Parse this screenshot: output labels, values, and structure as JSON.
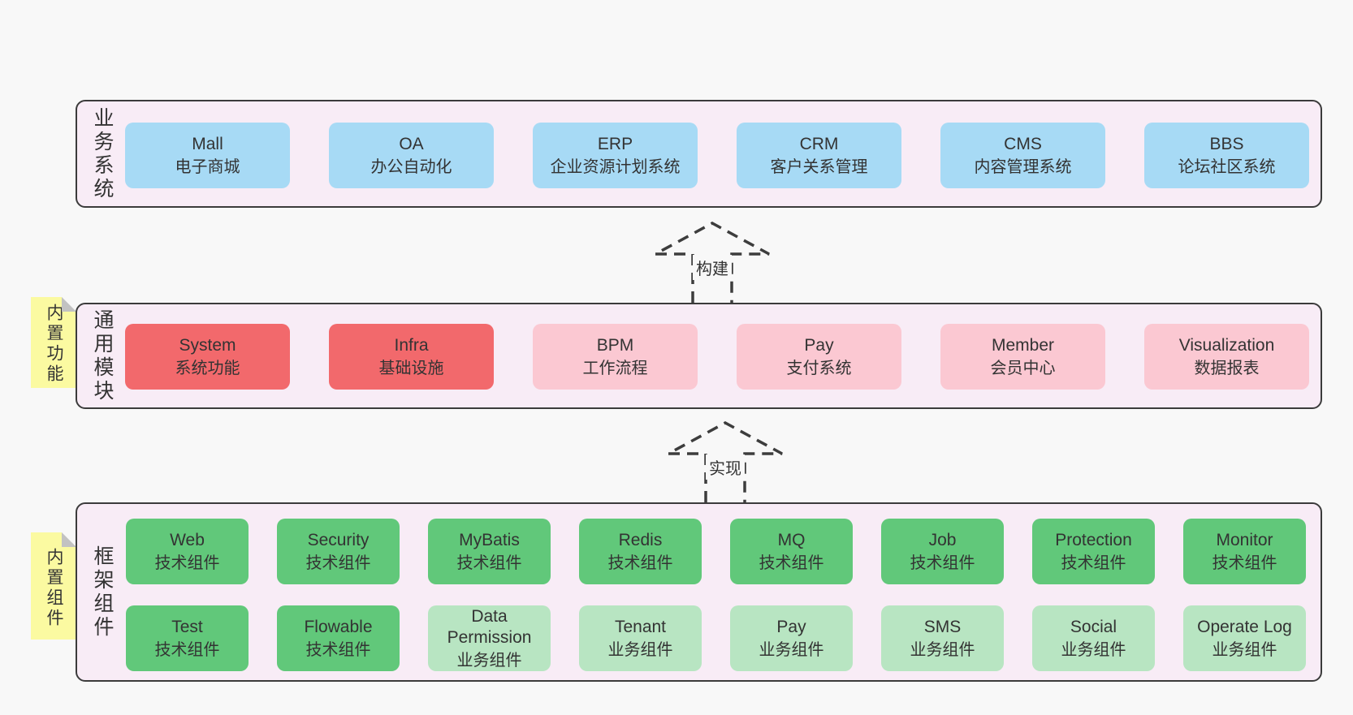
{
  "colors": {
    "page_bg": "#f8f8f8",
    "container_bg": "#f8ecf6",
    "container_border": "#3b3b3b",
    "blue": "#a7daf5",
    "red": "#f2696c",
    "pink": "#fbc8d2",
    "green": "#61c87a",
    "light_green": "#b8e5c2",
    "note_yellow": "#fbfaa1",
    "note_fold": "#c2c2c2",
    "arrow": "#3d3d3d",
    "text": "#333333"
  },
  "layers": {
    "business": {
      "label": "业务系统",
      "boxes": [
        {
          "title": "Mall",
          "subtitle": "电子商城",
          "variant": "blue"
        },
        {
          "title": "OA",
          "subtitle": "办公自动化",
          "variant": "blue"
        },
        {
          "title": "ERP",
          "subtitle": "企业资源计划系统",
          "variant": "blue"
        },
        {
          "title": "CRM",
          "subtitle": "客户关系管理",
          "variant": "blue"
        },
        {
          "title": "CMS",
          "subtitle": "内容管理系统",
          "variant": "blue"
        },
        {
          "title": "BBS",
          "subtitle": "论坛社区系统",
          "variant": "blue"
        }
      ]
    },
    "modules": {
      "label": "通用模块",
      "note": "内置功能",
      "boxes": [
        {
          "title": "System",
          "subtitle": "系统功能",
          "variant": "red"
        },
        {
          "title": "Infra",
          "subtitle": "基础设施",
          "variant": "red"
        },
        {
          "title": "BPM",
          "subtitle": "工作流程",
          "variant": "pink"
        },
        {
          "title": "Pay",
          "subtitle": "支付系统",
          "variant": "pink"
        },
        {
          "title": "Member",
          "subtitle": "会员中心",
          "variant": "pink"
        },
        {
          "title": "Visualization",
          "subtitle": "数据报表",
          "variant": "pink"
        }
      ]
    },
    "components": {
      "label": "框架组件",
      "note": "内置组件",
      "row1": [
        {
          "title": "Web",
          "subtitle": "技术组件",
          "variant": "green"
        },
        {
          "title": "Security",
          "subtitle": "技术组件",
          "variant": "green"
        },
        {
          "title": "MyBatis",
          "subtitle": "技术组件",
          "variant": "green"
        },
        {
          "title": "Redis",
          "subtitle": "技术组件",
          "variant": "green"
        },
        {
          "title": "MQ",
          "subtitle": "技术组件",
          "variant": "green"
        },
        {
          "title": "Job",
          "subtitle": "技术组件",
          "variant": "green"
        },
        {
          "title": "Protection",
          "subtitle": "技术组件",
          "variant": "green"
        },
        {
          "title": "Monitor",
          "subtitle": "技术组件",
          "variant": "green"
        }
      ],
      "row2": [
        {
          "title": "Test",
          "subtitle": "技术组件",
          "variant": "green"
        },
        {
          "title": "Flowable",
          "subtitle": "技术组件",
          "variant": "green"
        },
        {
          "title": "Data Permission",
          "subtitle": "业务组件",
          "variant": "light-green"
        },
        {
          "title": "Tenant",
          "subtitle": "业务组件",
          "variant": "light-green"
        },
        {
          "title": "Pay",
          "subtitle": "业务组件",
          "variant": "light-green"
        },
        {
          "title": "SMS",
          "subtitle": "业务组件",
          "variant": "light-green"
        },
        {
          "title": "Social",
          "subtitle": "业务组件",
          "variant": "light-green"
        },
        {
          "title": "Operate Log",
          "subtitle": "业务组件",
          "variant": "light-green"
        }
      ]
    }
  },
  "arrows": {
    "build": {
      "label": "构建"
    },
    "implement": {
      "label": "实现"
    }
  }
}
